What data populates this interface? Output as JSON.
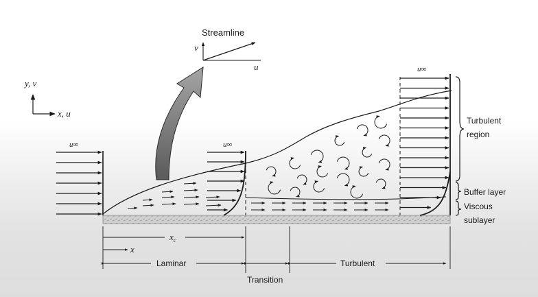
{
  "labels": {
    "streamline": "Streamline",
    "v_axis": "v",
    "u_axis": "u",
    "coord_y": "y, v",
    "coord_x": "x, u",
    "u_inf": "u∞",
    "turbulent_region": [
      "Turbulent",
      "region"
    ],
    "buffer_layer": "Buffer layer",
    "viscous_sublayer": [
      "Viscous",
      "sublayer"
    ],
    "xc": "xc",
    "x": "x",
    "laminar": "Laminar",
    "transition": "Transition",
    "turbulent": "Turbulent"
  },
  "colors": {
    "ink": "#1a1a1a",
    "plate": "#c9c9c9",
    "arrow_fill_top": "#9a9a9a",
    "arrow_fill_bottom": "#5f5f5f"
  }
}
